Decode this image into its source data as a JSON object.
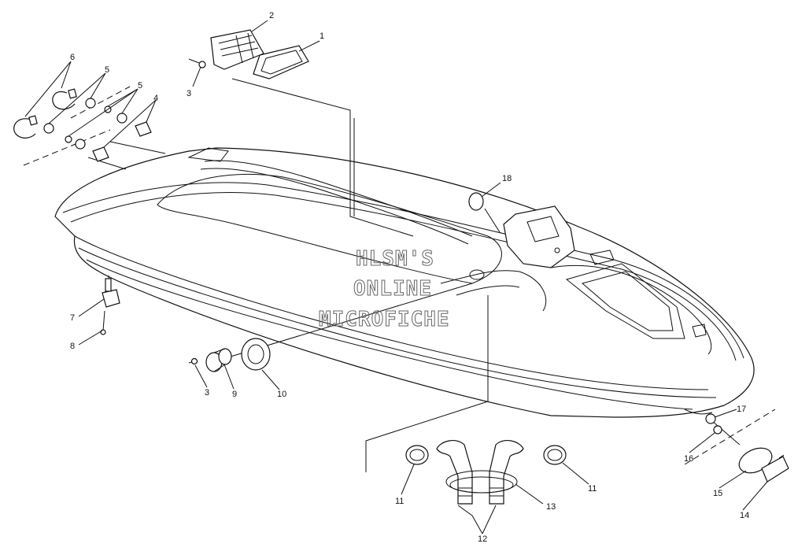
{
  "watermark": {
    "line1": "HLSM'S",
    "line2": "ONLINE",
    "line3": "MICROFICHE"
  },
  "callouts": [
    {
      "id": "1",
      "text": "1"
    },
    {
      "id": "2",
      "text": "2"
    },
    {
      "id": "3a",
      "text": "3"
    },
    {
      "id": "4",
      "text": "4"
    },
    {
      "id": "5a",
      "text": "5"
    },
    {
      "id": "5b",
      "text": "5"
    },
    {
      "id": "6",
      "text": "6"
    },
    {
      "id": "7",
      "text": "7"
    },
    {
      "id": "8",
      "text": "8"
    },
    {
      "id": "3b",
      "text": "3"
    },
    {
      "id": "9",
      "text": "9"
    },
    {
      "id": "10",
      "text": "10"
    },
    {
      "id": "11a",
      "text": "11"
    },
    {
      "id": "11b",
      "text": "11"
    },
    {
      "id": "12",
      "text": "12"
    },
    {
      "id": "13",
      "text": "13"
    },
    {
      "id": "14",
      "text": "14"
    },
    {
      "id": "15",
      "text": "15"
    },
    {
      "id": "16",
      "text": "16"
    },
    {
      "id": "17",
      "text": "17"
    },
    {
      "id": "18",
      "text": "18"
    }
  ]
}
